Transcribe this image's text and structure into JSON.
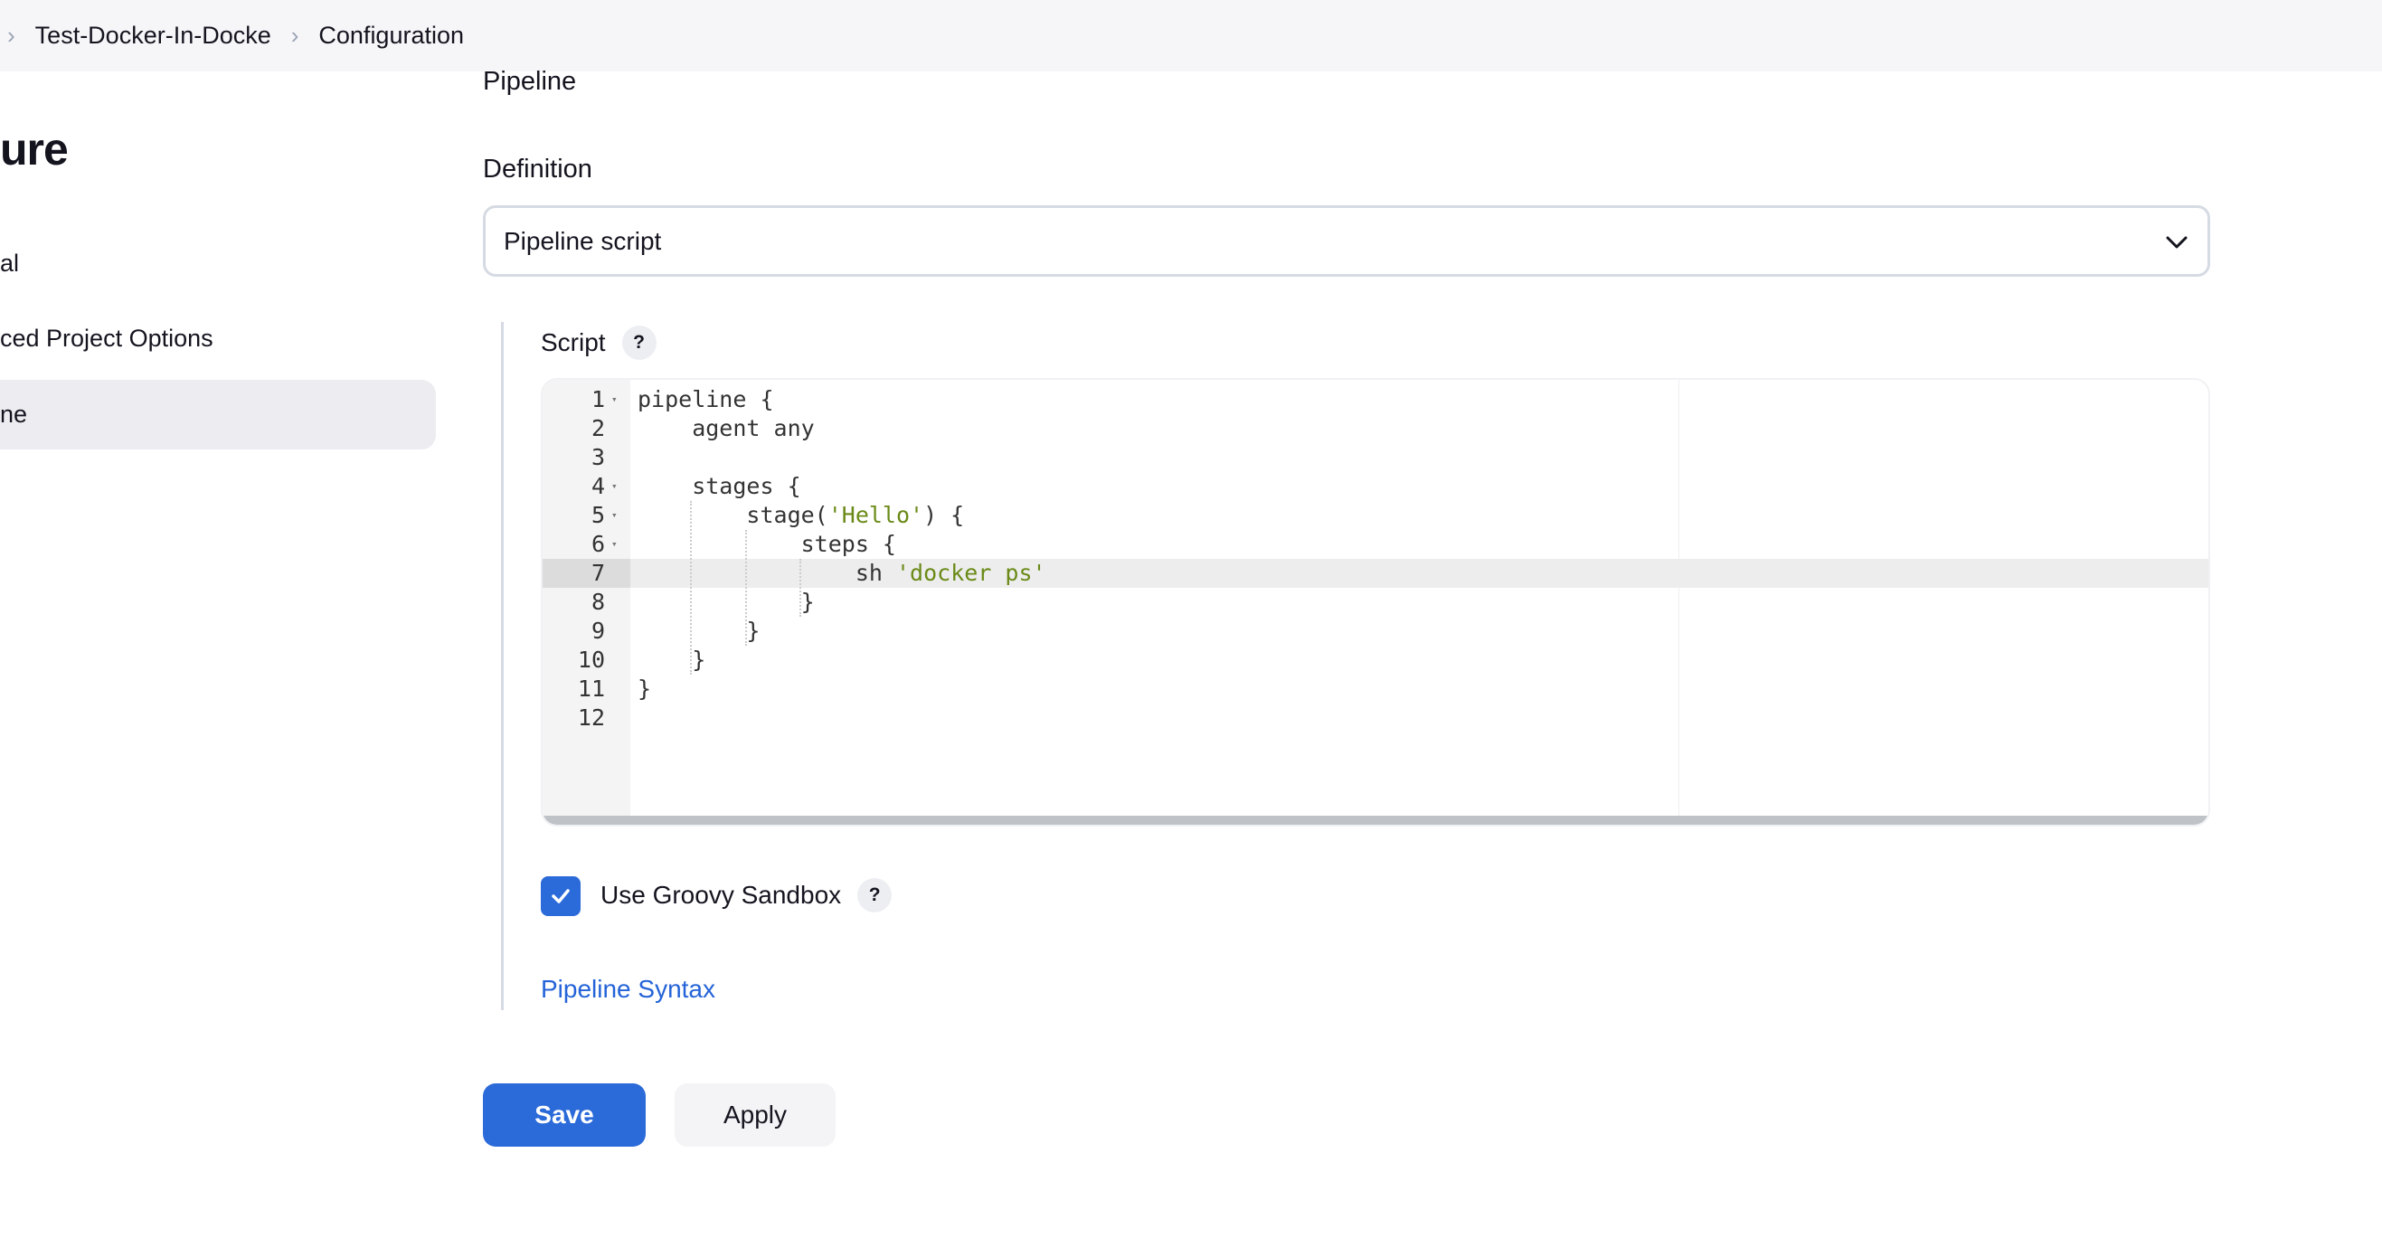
{
  "breadcrumb": {
    "items": [
      "Test-Docker-In-Docke",
      "Configuration"
    ]
  },
  "sidebar": {
    "title": "ure",
    "items": [
      {
        "label": "al",
        "active": false
      },
      {
        "label": "ced Project Options",
        "active": false
      },
      {
        "label": "ne",
        "active": true
      }
    ]
  },
  "section": {
    "heading": "Pipeline"
  },
  "definition": {
    "label": "Definition",
    "selected": "Pipeline script"
  },
  "script": {
    "label": "Script",
    "help": "?",
    "lines": [
      {
        "n": "1",
        "fold": true,
        "code": "pipeline {"
      },
      {
        "n": "2",
        "fold": false,
        "code": "    agent any"
      },
      {
        "n": "3",
        "fold": false,
        "code": ""
      },
      {
        "n": "4",
        "fold": true,
        "code": "    stages {"
      },
      {
        "n": "5",
        "fold": true,
        "code": "        stage(",
        "str": "'Hello'",
        "after": ") {"
      },
      {
        "n": "6",
        "fold": true,
        "code": "            steps {"
      },
      {
        "n": "7",
        "fold": false,
        "code": "                sh ",
        "str": "'docker ps'",
        "after": "",
        "active": true
      },
      {
        "n": "8",
        "fold": false,
        "code": "            }"
      },
      {
        "n": "9",
        "fold": false,
        "code": "        }"
      },
      {
        "n": "10",
        "fold": false,
        "code": "    }"
      },
      {
        "n": "11",
        "fold": false,
        "code": "}"
      },
      {
        "n": "12",
        "fold": false,
        "code": ""
      }
    ]
  },
  "sandbox": {
    "label": "Use Groovy Sandbox",
    "checked": true,
    "help": "?"
  },
  "links": {
    "pipeline_syntax": "Pipeline Syntax"
  },
  "buttons": {
    "save": "Save",
    "apply": "Apply"
  },
  "colors": {
    "accent": "#2b6ad9",
    "link": "#2463d8",
    "string": "#6a8a17"
  }
}
